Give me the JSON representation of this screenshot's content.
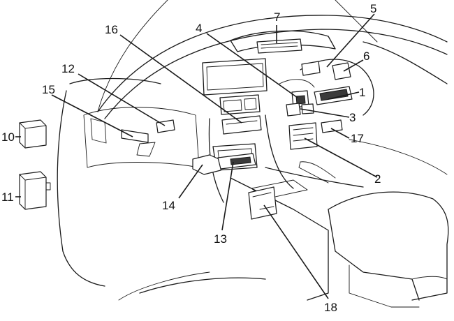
{
  "diagram": {
    "callouts": [
      {
        "id": "c1",
        "label": "1"
      },
      {
        "id": "c2",
        "label": "2"
      },
      {
        "id": "c3",
        "label": "3"
      },
      {
        "id": "c4",
        "label": "4"
      },
      {
        "id": "c5",
        "label": "5"
      },
      {
        "id": "c6",
        "label": "6"
      },
      {
        "id": "c7",
        "label": "7"
      },
      {
        "id": "c10",
        "label": "10"
      },
      {
        "id": "c11",
        "label": "11"
      },
      {
        "id": "c12",
        "label": "12"
      },
      {
        "id": "c13",
        "label": "13"
      },
      {
        "id": "c14",
        "label": "14"
      },
      {
        "id": "c15",
        "label": "15"
      },
      {
        "id": "c16",
        "label": "16"
      },
      {
        "id": "c17",
        "label": "17"
      },
      {
        "id": "c18",
        "label": "18"
      }
    ]
  }
}
